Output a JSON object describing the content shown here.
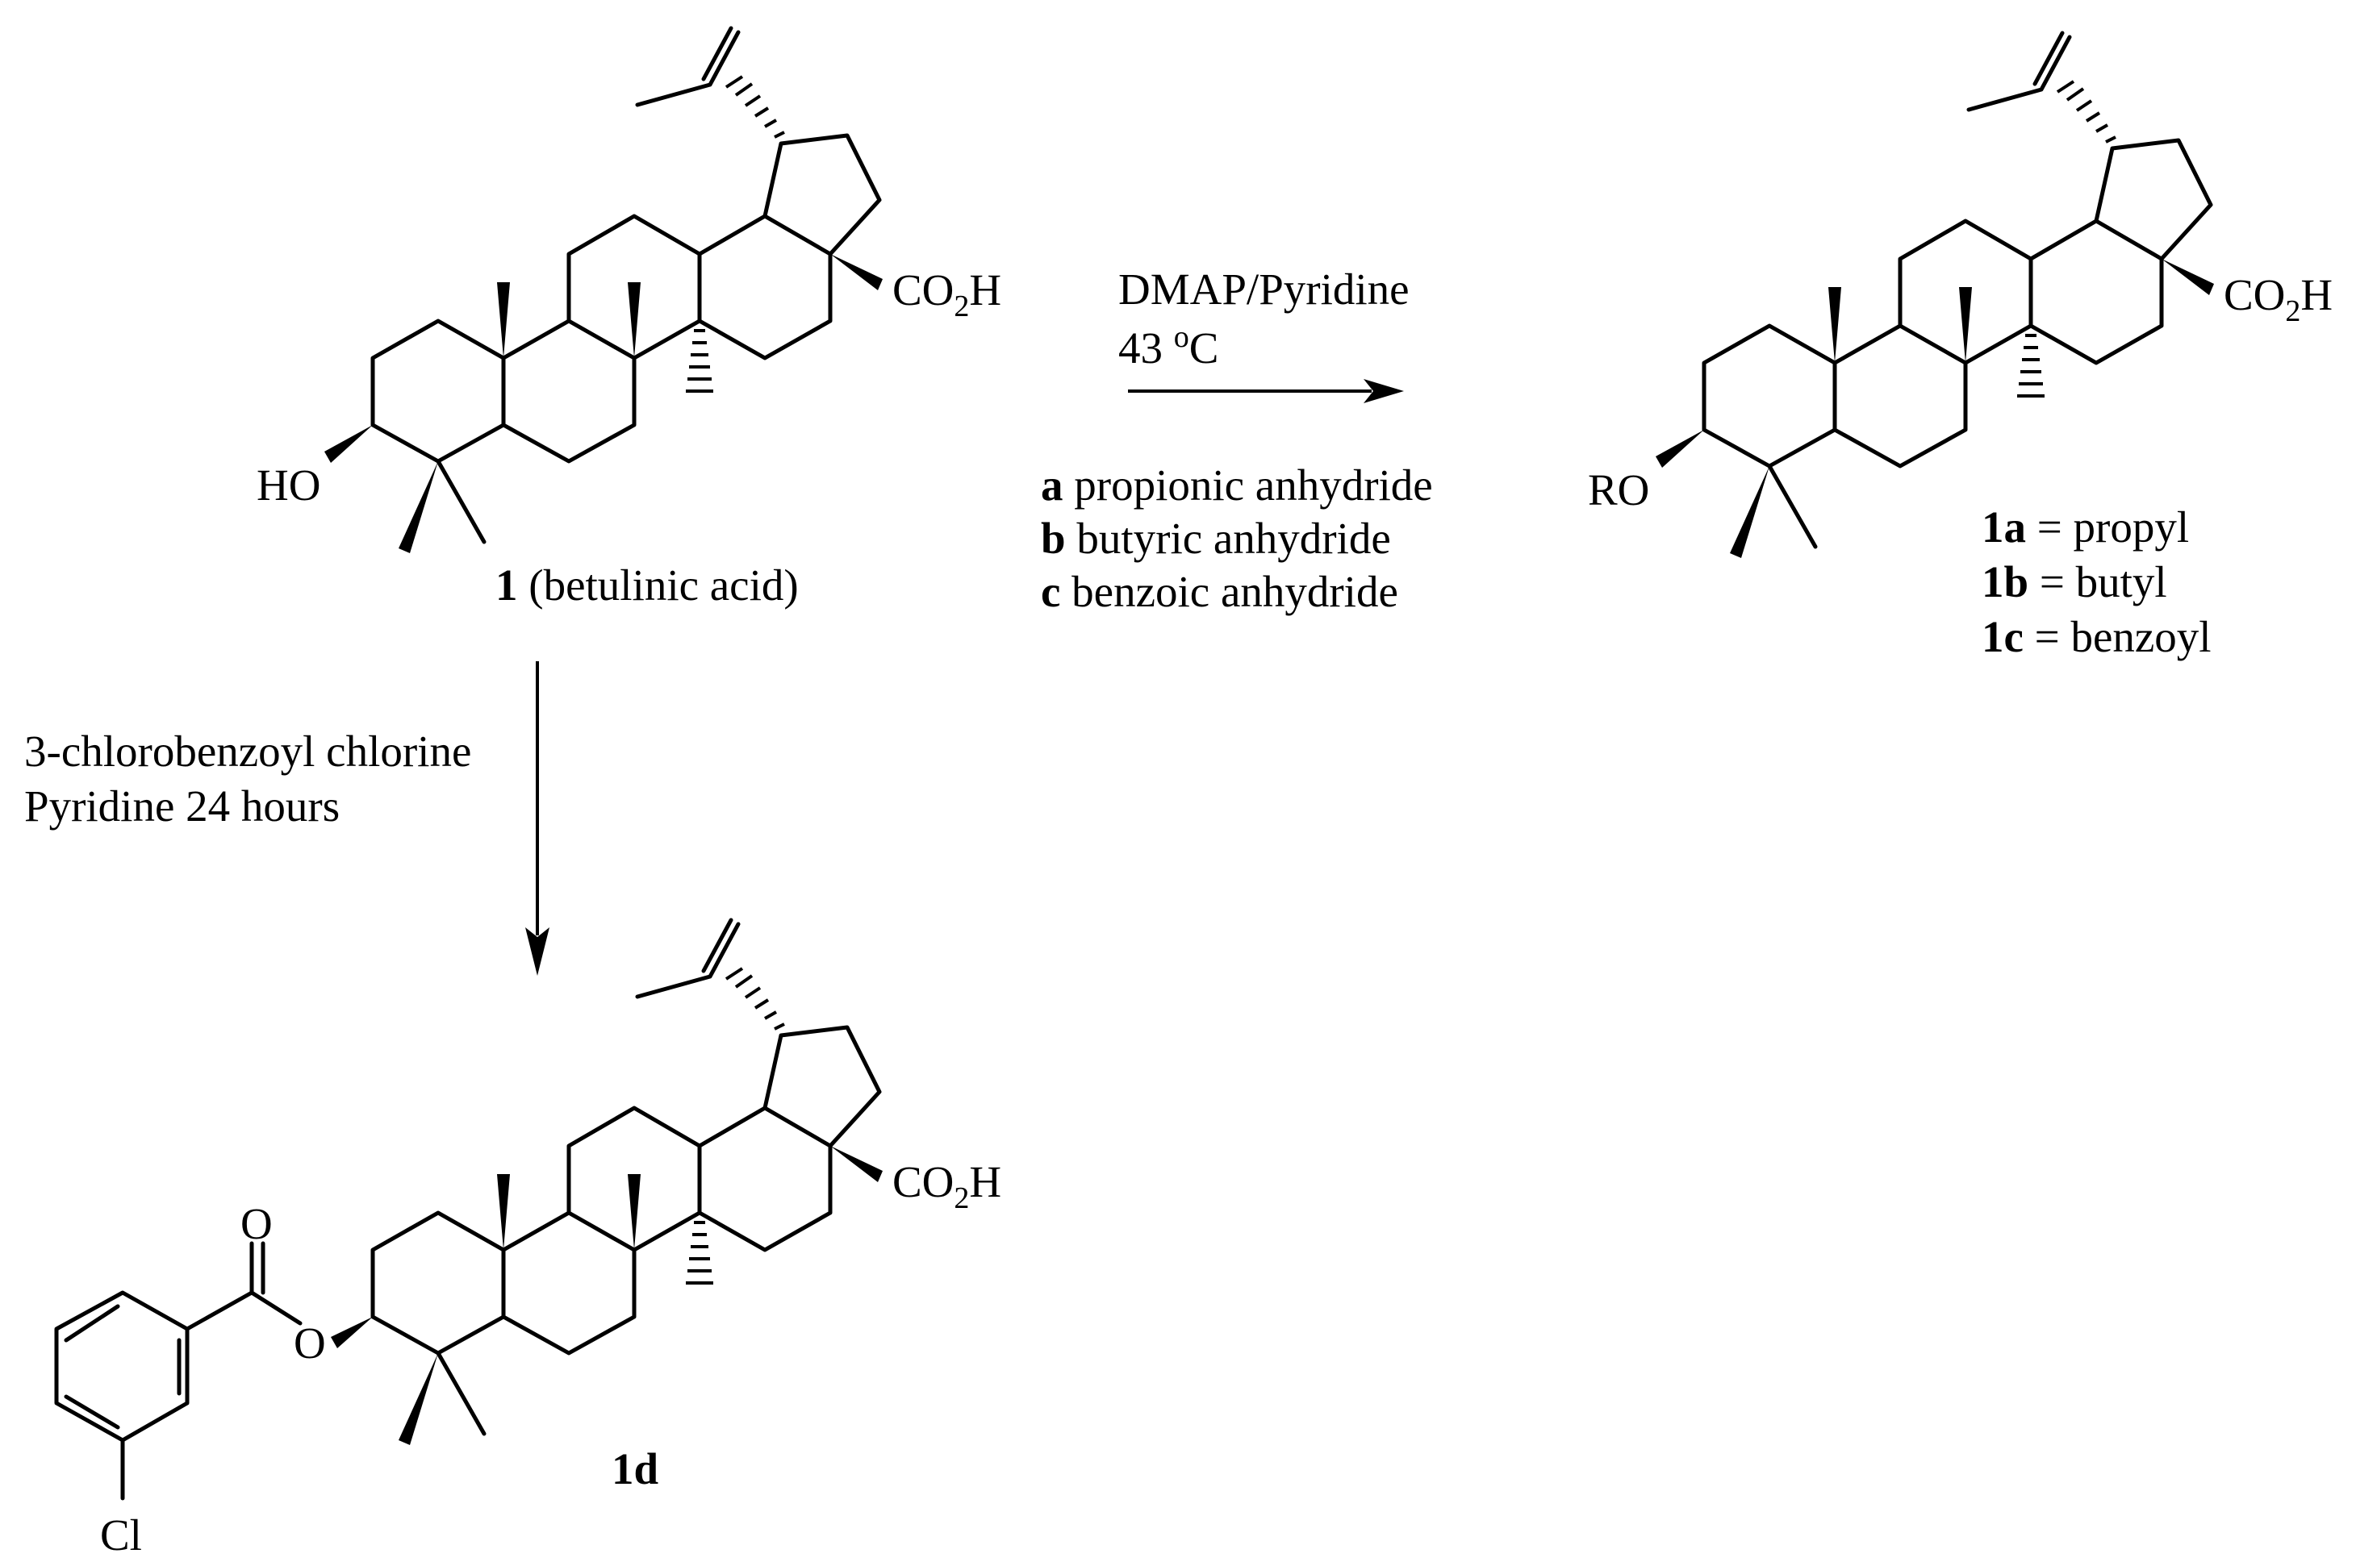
{
  "scheme": {
    "compound_1": {
      "substituent_label": "HO",
      "acid_label": "CO",
      "acid_sub": "2",
      "acid_h": "H",
      "caption_number": "1",
      "caption_text": " (betulinic acid)"
    },
    "reaction_right": {
      "condition_line1": "DMAP/Pyridine",
      "condition_line2_value": "43 ",
      "condition_line2_sup": "o",
      "condition_line2_unit": "C",
      "reagents": [
        {
          "letter": "a",
          "text": " propionic anhydride"
        },
        {
          "letter": "b",
          "text": " butyric anhydride"
        },
        {
          "letter": "c",
          "text": " benzoic anhydride"
        }
      ]
    },
    "products_right": {
      "substituent_label": "RO",
      "acid_label": "CO",
      "acid_sub": "2",
      "acid_h": "H",
      "legend": [
        {
          "id": "1a",
          "text": " = propyl"
        },
        {
          "id": "1b",
          "text": " = butyl"
        },
        {
          "id": "1c",
          "text": " = benzoyl"
        }
      ]
    },
    "reaction_down": {
      "condition_line1": "3-chlorobenzoyl chlorine",
      "condition_line2": "Pyridine 24 hours"
    },
    "compound_1d": {
      "carbonyl_o": "O",
      "ester_o": "O",
      "chloro": "Cl",
      "acid_label": "CO",
      "acid_sub": "2",
      "acid_h": "H",
      "caption": "1d"
    }
  }
}
